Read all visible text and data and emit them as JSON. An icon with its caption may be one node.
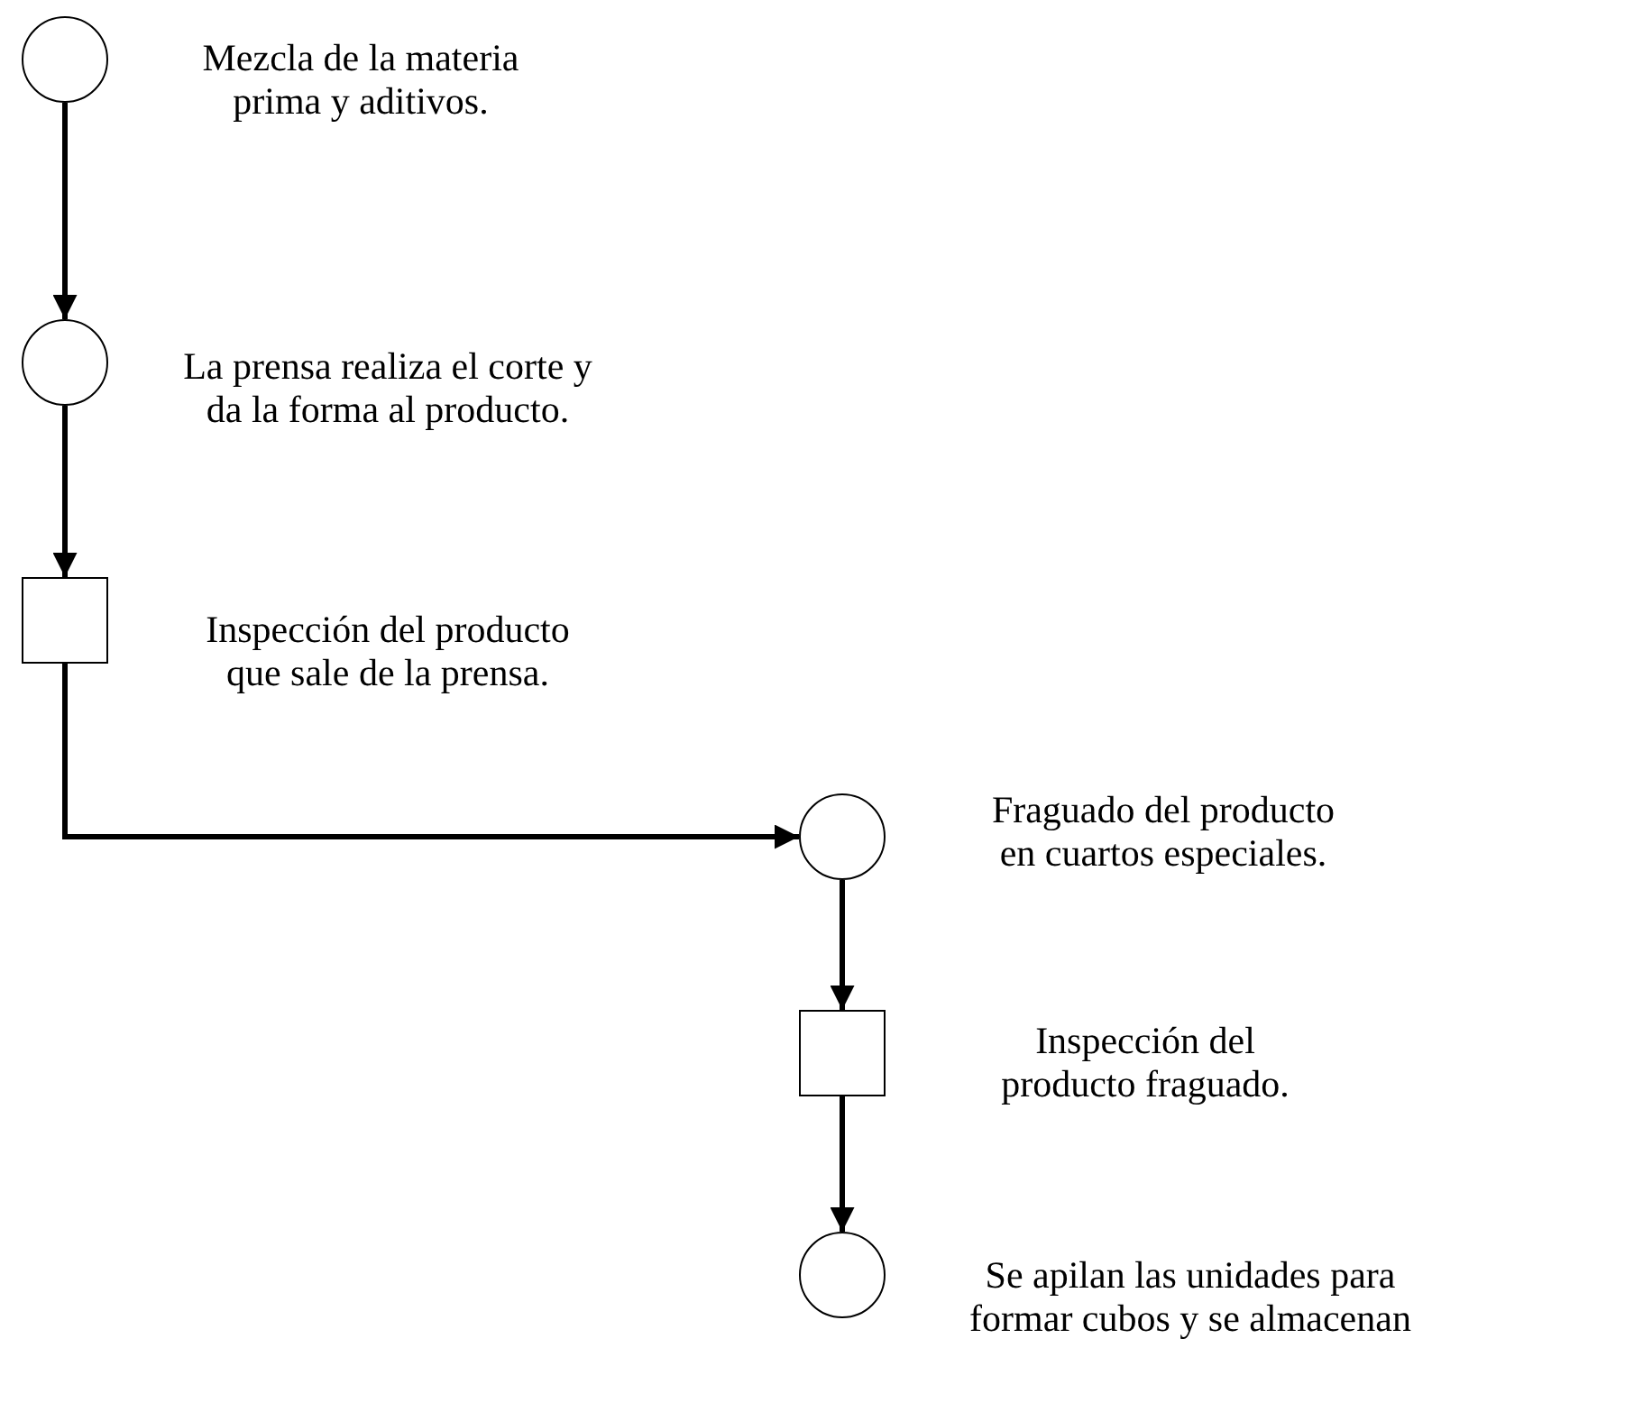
{
  "diagram": {
    "nodes": [
      {
        "text": [],
        "shape": "circle",
        "beside": [
          "Mezcla de la materia prima y aditivos."
        ]
      },
      {
        "text": [],
        "shape": "circle",
        "beside": [
          "La prensa realiza el corte y da la forma al producto."
        ]
      },
      {
        "text": [],
        "shape": "box",
        "beside": [
          "Inspección del producto que sale de la prensa."
        ]
      },
      {
        "text": [],
        "shape": "circle",
        "beside": [
          "Fraguado del producto en cuartos especiales."
        ]
      },
      {
        "text": [],
        "shape": "box",
        "beside": [
          "Inspección del producto fraguado."
        ]
      },
      {
        "text": [],
        "shape": "circle",
        "beside": [
          "Se apilan las unidades para formar cubos y se almacenan"
        ]
      }
    ],
    "edges": [
      {
        "from": 0,
        "to": 1,
        "arrow": "to"
      },
      {
        "from": 1,
        "to": 2,
        "arrow": "to"
      },
      {
        "from": 2,
        "to": 3,
        "arrow": "to"
      },
      {
        "from": 3,
        "to": 4,
        "arrow": "to"
      },
      {
        "from": 4,
        "to": 5,
        "arrow": "to"
      }
    ]
  }
}
